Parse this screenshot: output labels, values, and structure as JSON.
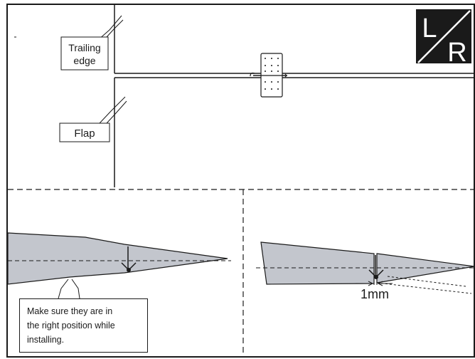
{
  "badge": {
    "left": "L",
    "right": "R"
  },
  "callouts": {
    "trailing_edge": [
      "Trailing",
      "edge"
    ],
    "flap": "Flap"
  },
  "note": {
    "lines": [
      "Make sure they are in",
      "the right position while",
      "installing."
    ]
  },
  "dimension": "1mm",
  "colors": {
    "section_fill": "#c3c6cd",
    "stroke": "#1a1a1a"
  }
}
